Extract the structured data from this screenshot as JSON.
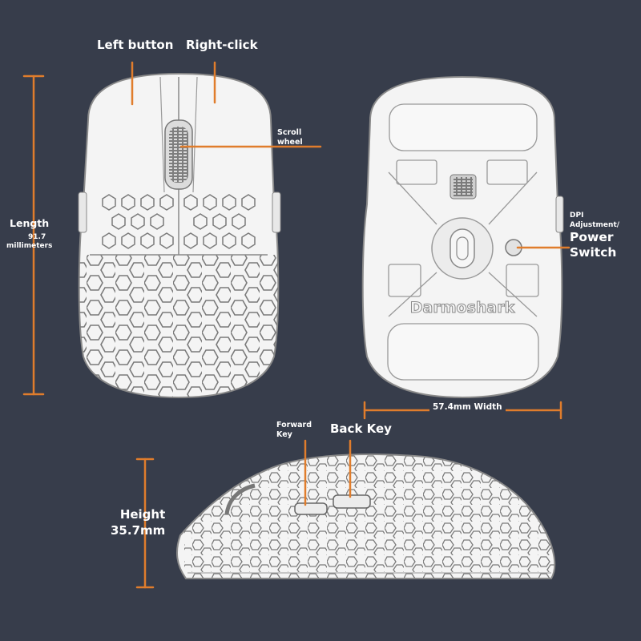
{
  "theme": {
    "background": "#373d4b",
    "accent": "#e07d2c",
    "mouse_fill": "#f4f4f4",
    "mouse_stroke": "#8a8a8a"
  },
  "labels": {
    "left_button": "Left button",
    "right_click": "Right-click",
    "scroll_wheel_line1": "Scroll",
    "scroll_wheel_line2": "wheel",
    "length_title": "Length",
    "length_value": "91.7",
    "length_unit": "millimeters",
    "dpi_line1": "DPI",
    "dpi_line2": "Adjustment/",
    "power_line1": "Power",
    "power_line2": "Switch",
    "width": "57.4mm Width",
    "forward_line1": "Forward",
    "forward_line2": "Key",
    "back_key": "Back Key",
    "height_title": "Height",
    "height_value": "35.7mm",
    "brand": "Darmoshark"
  }
}
